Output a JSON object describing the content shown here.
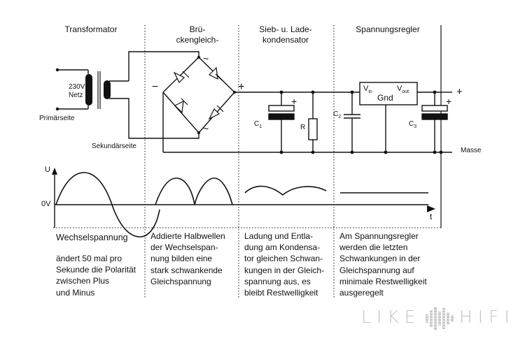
{
  "headers": {
    "transformer": "Transformator",
    "rectifier_1": "Brü-",
    "rectifier_2": "ckengleich-",
    "filter_1": "Sieb- u. Lade-",
    "filter_2": "kondensator",
    "regulator": "Spannungsregler"
  },
  "circuit_labels": {
    "voltage_230": "230V",
    "netz": "Netz",
    "primary": "Primärseite",
    "secondary": "Sekundärseite",
    "minus": "−",
    "plus_bridge": "+",
    "ac1": "~",
    "ac2": "~",
    "c1_main": "C",
    "c1_sub": "1",
    "r": "R",
    "c2_main": "C",
    "c2_sub": "2",
    "c3_main": "C",
    "c3_sub": "3",
    "c1_pol": "+",
    "c3_pol": "+",
    "vin_main": "V",
    "vin_sub": "in",
    "vout_main": "V",
    "vout_sub": "out",
    "gnd": "Gnd",
    "out_plus": "+",
    "masse": "Masse"
  },
  "graph_labels": {
    "u": "U",
    "zero": "0V",
    "t": "t"
  },
  "descriptions": {
    "col1_title": "Wechselspannung",
    "col1": "ändert 50 mal pro\nSekunde die Polarität\nzwischen Plus\nund Minus",
    "col2": "Addierte Halbwellen\nder Wechselspan-\nnung bilden eine\nstark schwankende\nGleichspannung",
    "col3": "Ladung und Entla-\ndung am Kondensa-\ntor gleichen Schwan-\nkungen in der Gleich-\nspannung aus, es\nbleibt Restwelligkeit",
    "col4": "Am Spannungsregler\nwerden die letzten\nSchwankungen in der\nGleichspannung auf\nminimale Restwelligkeit\nausgeregelt"
  },
  "logo": {
    "left": "LIKE",
    "right": "HIFI"
  },
  "colors": {
    "ink": "#111111",
    "logo": "#c4c4c4",
    "background": "#ffffff"
  }
}
